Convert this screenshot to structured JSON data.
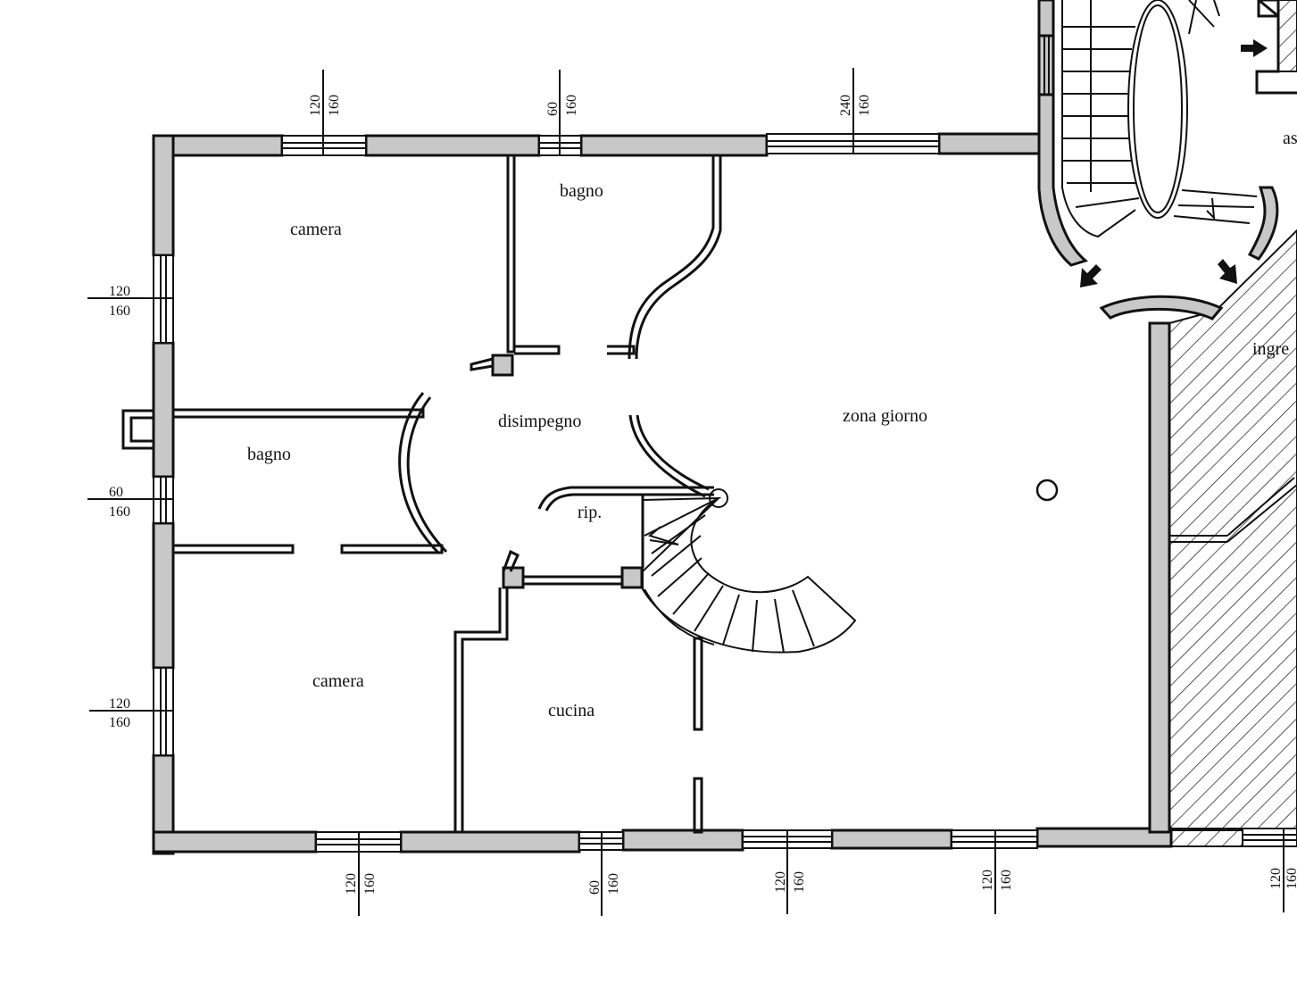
{
  "rooms": {
    "camera_top": "camera",
    "bagno_top": "bagno",
    "bagno_left": "bagno",
    "disimpegno": "disimpegno",
    "zona_giorno": "zona giorno",
    "rip": "rip.",
    "camera_bottom": "camera",
    "cucina": "cucina",
    "ingresso_partial": "ingre",
    "as_partial": "as"
  },
  "windows": {
    "top_1": {
      "w": "120",
      "h": "160"
    },
    "top_2": {
      "w": "60",
      "h": "160"
    },
    "top_3": {
      "w": "240",
      "h": "160"
    },
    "left_1": {
      "w": "120",
      "h": "160"
    },
    "left_2": {
      "w": "60",
      "h": "160"
    },
    "left_3": {
      "w": "120",
      "h": "160"
    },
    "bottom_1": {
      "w": "120",
      "h": "160"
    },
    "bottom_2": {
      "w": "60",
      "h": "160"
    },
    "bottom_3": {
      "w": "120",
      "h": "160"
    },
    "bottom_4": {
      "w": "120",
      "h": "160"
    },
    "bottom_5": {
      "w": "120",
      "h": "160"
    }
  }
}
